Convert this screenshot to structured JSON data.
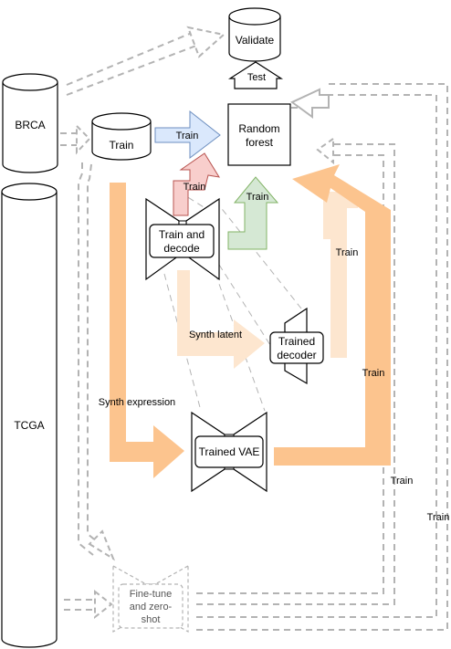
{
  "nodes": {
    "validate": "Validate",
    "test": "Test",
    "brca": "BRCA",
    "train_db": "Train",
    "random_forest": [
      "Random",
      "forest"
    ],
    "tcga": "TCGA",
    "train_and_decode": [
      "Train and",
      "decode"
    ],
    "trained_decoder": [
      "Trained",
      "decoder"
    ],
    "trained_vae": "Trained VAE",
    "finetune": [
      "Fine-tune",
      "and zero-",
      "shot"
    ]
  },
  "edges": {
    "train_blue": "Train",
    "train_red": "Train",
    "train_green": "Train",
    "synth_latent": "Synth latent",
    "synth_expression": "Synth expression",
    "train_light_orange": "Train",
    "train_orange": "Train",
    "train_dashed_inner": "Train",
    "train_dashed_outer": "Train"
  },
  "colors": {
    "blue_fill": "#dae8fc",
    "blue_stroke": "#6c8ebf",
    "red_fill": "#f8cecc",
    "red_stroke": "#b85450",
    "green_fill": "#d5e8d4",
    "green_stroke": "#82b366",
    "orange_fill": "#fcc48e",
    "light_orange_fill": "#fde6cf",
    "dashed_gray": "#b3b3b3"
  }
}
